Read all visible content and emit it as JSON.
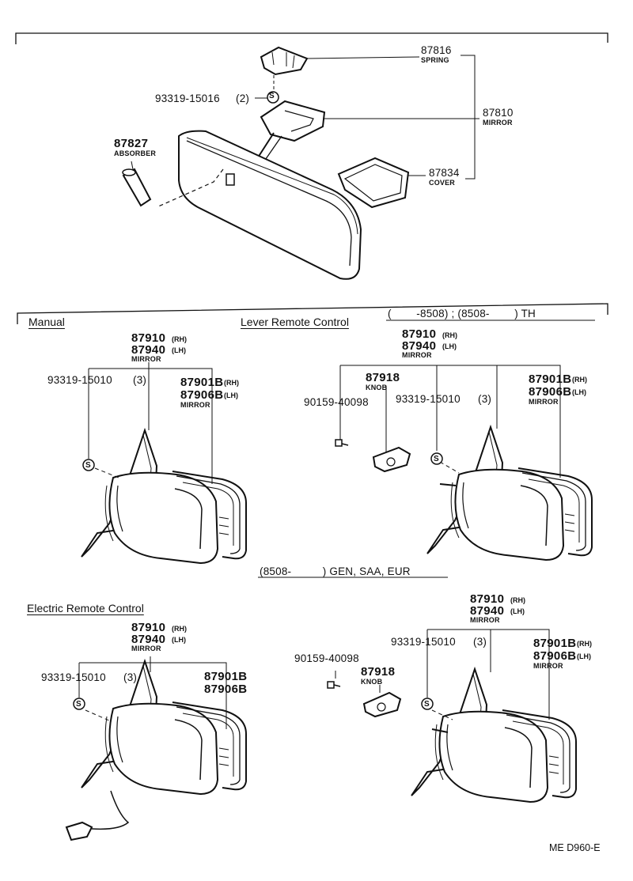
{
  "top": {
    "spring": {
      "num": "87816",
      "name": "SPRING"
    },
    "screw": {
      "num": "93319-15016",
      "qty": "(2)"
    },
    "mirror": {
      "num": "87810",
      "name": "MIRROR"
    },
    "absorber": {
      "num": "87827",
      "name": "ABSORBER"
    },
    "cover": {
      "num": "87834",
      "name": "COVER"
    }
  },
  "manual": {
    "title": "Manual",
    "mirror_rh": "87910",
    "rh": "(RH)",
    "mirror_lh": "87940",
    "lh": "(LH)",
    "mirror_name": "MIRROR",
    "screw": "93319-15010",
    "screw_qty": "(3)",
    "glass_rh": "87901B",
    "glass_lh": "87906B",
    "glass_name": "MIRROR"
  },
  "lever": {
    "title": "Lever Remote Control",
    "range_th": "(        -8508) ; (8508-        ) TH",
    "range_gen": "(8508-          ) GEN, SAA, EUR",
    "mirror_rh": "87910",
    "rh": "(RH)",
    "mirror_lh": "87940",
    "lh": "(LH)",
    "mirror_name": "MIRROR",
    "knob": "87918",
    "knob_name": "KNOB",
    "bolt": "90159-40098",
    "screw": "93319-15010",
    "screw_qty": "(3)",
    "glass_rh": "87901B",
    "glass_lh": "87906B",
    "glass_name": "MIRROR"
  },
  "electric": {
    "title": "Electric Remote Control",
    "mirror_rh": "87910",
    "rh": "(RH)",
    "mirror_lh": "87940",
    "lh": "(LH)",
    "mirror_name": "MIRROR",
    "screw": "93319-15010",
    "screw_qty": "(3)",
    "glass_rh": "87901B",
    "glass_lh": "87906B"
  },
  "gen": {
    "mirror_rh": "87910",
    "rh": "(RH)",
    "mirror_lh": "87940",
    "lh": "(LH)",
    "mirror_name": "MIRROR",
    "bolt": "90159-40098",
    "knob": "87918",
    "knob_name": "KNOB",
    "screw": "93319-15010",
    "screw_qty": "(3)",
    "glass_rh": "87901B",
    "glass_lh": "87906B",
    "glass_name": "MIRROR"
  },
  "symbols": {
    "s": "S"
  },
  "code": "ME D960-E"
}
